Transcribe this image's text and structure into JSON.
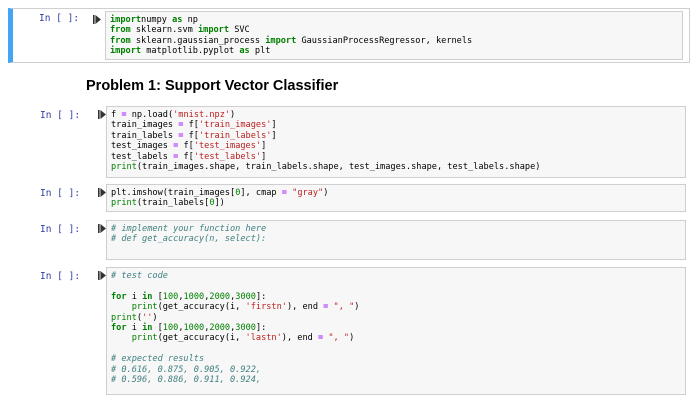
{
  "cells": [
    {
      "prompt": "In [ ]:",
      "lines": [
        [
          [
            "kw",
            "import"
          ],
          [
            "",
            "numpy "
          ],
          [
            "kw",
            "as"
          ],
          [
            "",
            " np"
          ]
        ],
        [
          [
            "kw",
            "from"
          ],
          [
            "",
            " sklearn.svm "
          ],
          [
            "kw",
            "import"
          ],
          [
            "",
            " SVC"
          ]
        ],
        [
          [
            "kw",
            "from"
          ],
          [
            "",
            " sklearn.gaussian_process "
          ],
          [
            "kw",
            "import"
          ],
          [
            "",
            " GaussianProcessRegressor, kernels"
          ]
        ],
        [
          [
            "kw",
            "import"
          ],
          [
            "",
            " matplotlib.pyplot "
          ],
          [
            "kw",
            "as"
          ],
          [
            "",
            " plt"
          ]
        ]
      ]
    },
    {
      "prompt": "In [ ]:",
      "lines": [
        [
          [
            "",
            "f "
          ],
          [
            "op",
            "="
          ],
          [
            "",
            " np.load("
          ],
          [
            "str",
            "'mnist.npz'"
          ],
          [
            "",
            ")"
          ]
        ],
        [
          [
            "",
            "train_images "
          ],
          [
            "op",
            "="
          ],
          [
            "",
            " f["
          ],
          [
            "str",
            "'train_images'"
          ],
          [
            "",
            "]"
          ]
        ],
        [
          [
            "",
            "train_labels "
          ],
          [
            "op",
            "="
          ],
          [
            "",
            " f["
          ],
          [
            "str",
            "'train_labels'"
          ],
          [
            "",
            "]"
          ]
        ],
        [
          [
            "",
            "test_images "
          ],
          [
            "op",
            "="
          ],
          [
            "",
            " f["
          ],
          [
            "str",
            "'test_images'"
          ],
          [
            "",
            "]"
          ]
        ],
        [
          [
            "",
            "test_labels "
          ],
          [
            "op",
            "="
          ],
          [
            "",
            " f["
          ],
          [
            "str",
            "'test_labels'"
          ],
          [
            "",
            "]"
          ]
        ],
        [
          [
            "fn",
            "print"
          ],
          [
            "",
            "(train_images.shape, train_labels.shape, test_images.shape, test_labels.shape)"
          ]
        ]
      ]
    },
    {
      "prompt": "In [ ]:",
      "lines": [
        [
          [
            "",
            "plt.imshow(train_images["
          ],
          [
            "num",
            "0"
          ],
          [
            "",
            "], cmap "
          ],
          [
            "op",
            "="
          ],
          [
            "",
            " "
          ],
          [
            "str",
            "\"gray\""
          ],
          [
            "",
            ")"
          ]
        ],
        [
          [
            "fn",
            "print"
          ],
          [
            "",
            "(train_labels["
          ],
          [
            "num",
            "0"
          ],
          [
            "",
            "])"
          ]
        ]
      ]
    },
    {
      "prompt": "In [ ]:",
      "lines": [
        [
          [
            "cm",
            "# implement your function here"
          ]
        ],
        [
          [
            "cm",
            "# def get_accuracy(n, select):"
          ]
        ],
        [
          [
            "",
            ""
          ]
        ]
      ]
    },
    {
      "prompt": "In [ ]:",
      "lines": [
        [
          [
            "cm",
            "# test code"
          ]
        ],
        [
          [
            "",
            ""
          ]
        ],
        [
          [
            "kw",
            "for"
          ],
          [
            "",
            " i "
          ],
          [
            "kw",
            "in"
          ],
          [
            "",
            " ["
          ],
          [
            "num",
            "100"
          ],
          [
            "",
            ","
          ],
          [
            "num",
            "1000"
          ],
          [
            "",
            ","
          ],
          [
            "num",
            "2000"
          ],
          [
            "",
            ","
          ],
          [
            "num",
            "3000"
          ],
          [
            "",
            "]:"
          ]
        ],
        [
          [
            "",
            "    "
          ],
          [
            "fn",
            "print"
          ],
          [
            "",
            "(get_accuracy(i, "
          ],
          [
            "str",
            "'firstn'"
          ],
          [
            "",
            "), end "
          ],
          [
            "op",
            "="
          ],
          [
            "",
            " "
          ],
          [
            "str",
            "\", \""
          ],
          [
            "",
            ")"
          ]
        ],
        [
          [
            "fn",
            "print"
          ],
          [
            "",
            "("
          ],
          [
            "str",
            "''"
          ],
          [
            "",
            ")"
          ]
        ],
        [
          [
            "kw",
            "for"
          ],
          [
            "",
            " i "
          ],
          [
            "kw",
            "in"
          ],
          [
            "",
            " ["
          ],
          [
            "num",
            "100"
          ],
          [
            "",
            ","
          ],
          [
            "num",
            "1000"
          ],
          [
            "",
            ","
          ],
          [
            "num",
            "2000"
          ],
          [
            "",
            ","
          ],
          [
            "num",
            "3000"
          ],
          [
            "",
            "]:"
          ]
        ],
        [
          [
            "",
            "    "
          ],
          [
            "fn",
            "print"
          ],
          [
            "",
            "(get_accuracy(i, "
          ],
          [
            "str",
            "'lastn'"
          ],
          [
            "",
            "), end "
          ],
          [
            "op",
            "="
          ],
          [
            "",
            " "
          ],
          [
            "str",
            "\", \""
          ],
          [
            "",
            ")"
          ]
        ],
        [
          [
            "",
            ""
          ]
        ],
        [
          [
            "cm",
            "# expected results"
          ]
        ],
        [
          [
            "cm",
            "# 0.616, 0.875, 0.905, 0.922,"
          ]
        ],
        [
          [
            "cm",
            "# 0.596, 0.886, 0.911, 0.924,"
          ]
        ]
      ]
    }
  ],
  "heading": "Problem 1: Support Vector Classifier"
}
